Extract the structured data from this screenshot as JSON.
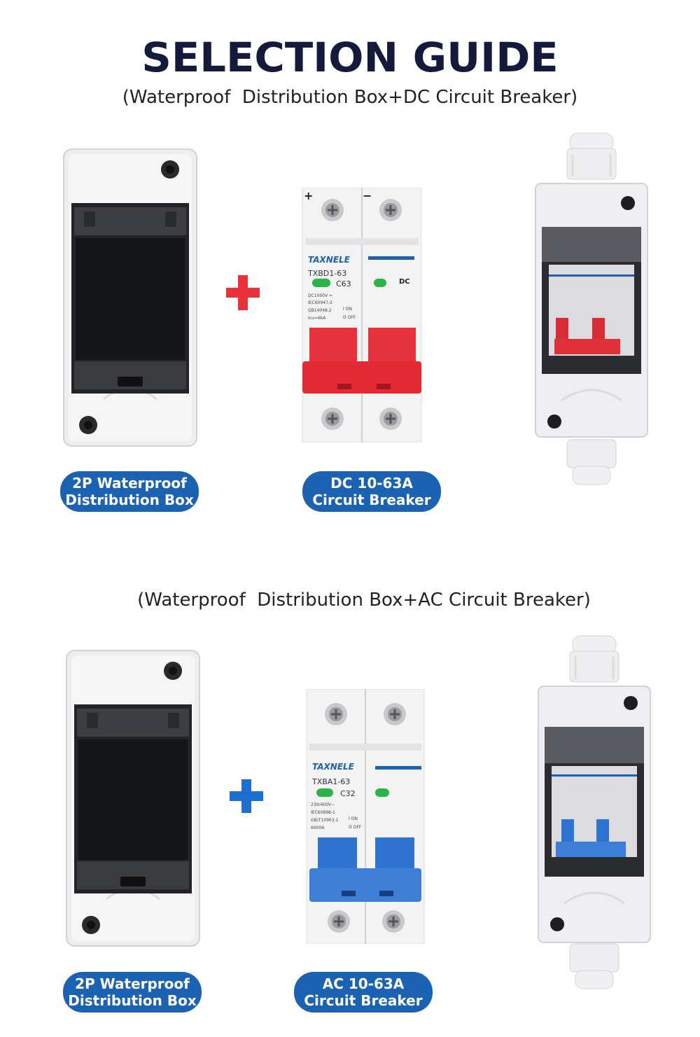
{
  "header": {
    "title": "SELECTION GUIDE",
    "subtitle_dc": "(Waterproof  Distribution Box+DC Circuit Breaker)",
    "subtitle_ac": "(Waterproof  Distribution Box+AC Circuit Breaker)"
  },
  "colors": {
    "title": "#141a3c",
    "pill": "#1b62b3",
    "plus_dc": "#e8333a",
    "plus_ac": "#1b6fd0",
    "handle_dc": "#e5323c",
    "handle_ac": "#2f73d0"
  },
  "dc_section": {
    "box_label_line1": "2P Waterproof",
    "box_label_line2": "Distribution Box",
    "breaker_label_line1": "DC 10-63A",
    "breaker_label_line2": "Circuit Breaker",
    "plus_icon": "plus-icon",
    "breaker": {
      "brand": "TAXNELE",
      "model": "TXBD1-63",
      "rating": "C63",
      "spec1": "DC1000V ⎓",
      "spec2": "IEC60947-2",
      "spec3": "GB14048.2",
      "spec4": "Icu=6kA",
      "on": "I ON",
      "off": "O OFF",
      "type": "DC",
      "pos": "+",
      "neg": "−"
    }
  },
  "ac_section": {
    "box_label_line1": "2P Waterproof",
    "box_label_line2": "Distribution Box",
    "breaker_label_line1": "AC 10-63A",
    "breaker_label_line2": "Circuit Breaker",
    "plus_icon": "plus-icon",
    "breaker": {
      "brand": "TAXNELE",
      "model": "TXBA1-63",
      "rating": "C32",
      "spec1": "230/400V~",
      "spec2": "IEC60898-1",
      "spec3": "GB/T10963.1",
      "spec4": "6000A",
      "on": "I ON",
      "off": "O OFF"
    }
  }
}
